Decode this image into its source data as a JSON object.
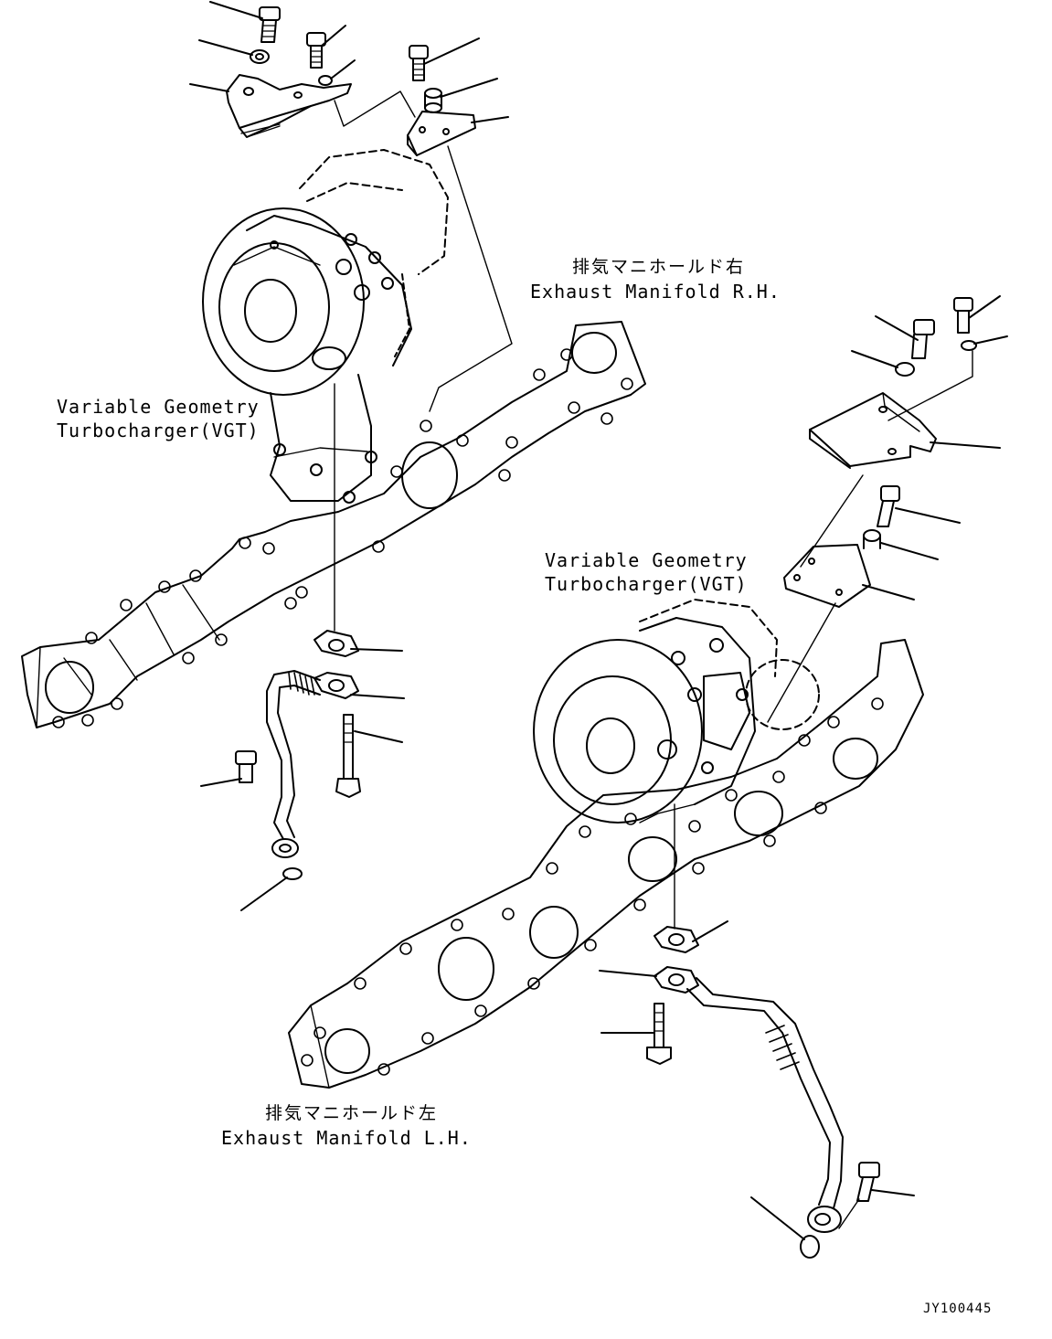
{
  "labels": {
    "exhaust_rh_jp": "排気マニホールド右",
    "exhaust_rh_en": "Exhaust Manifold R.H.",
    "vgt_upper_line1": "Variable Geometry",
    "vgt_upper_line2": "Turbocharger(VGT)",
    "vgt_lower_line1": "Variable Geometry",
    "vgt_lower_line2": "Turbocharger(VGT)",
    "exhaust_lh_jp": "排気マニホールド左",
    "exhaust_lh_en": "Exhaust Manifold L.H.",
    "drawing_code": "JY100445"
  }
}
